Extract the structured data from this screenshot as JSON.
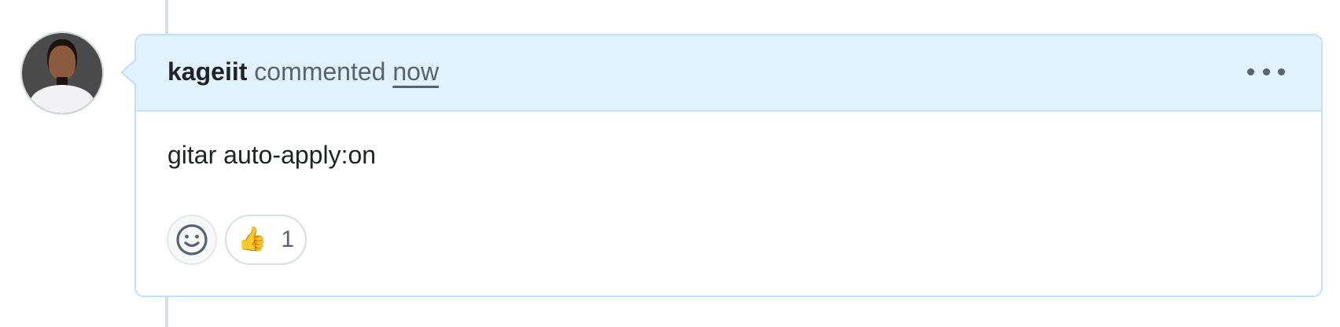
{
  "comment": {
    "author": "kageiit",
    "action": "commented",
    "timestamp": "now",
    "body": "gitar auto-apply:on",
    "more_icon": "kebab-horizontal-icon",
    "reactions": {
      "add_reaction_icon": "smiley-icon",
      "items": [
        {
          "emoji": "👍",
          "name": "thumbs-up",
          "count": "1"
        }
      ]
    }
  },
  "colors": {
    "header_bg": "#e1f1fd",
    "border": "#c4dff8",
    "text_primary": "#1f2328",
    "text_muted": "#59636e",
    "timeline": "#d8dee4"
  }
}
